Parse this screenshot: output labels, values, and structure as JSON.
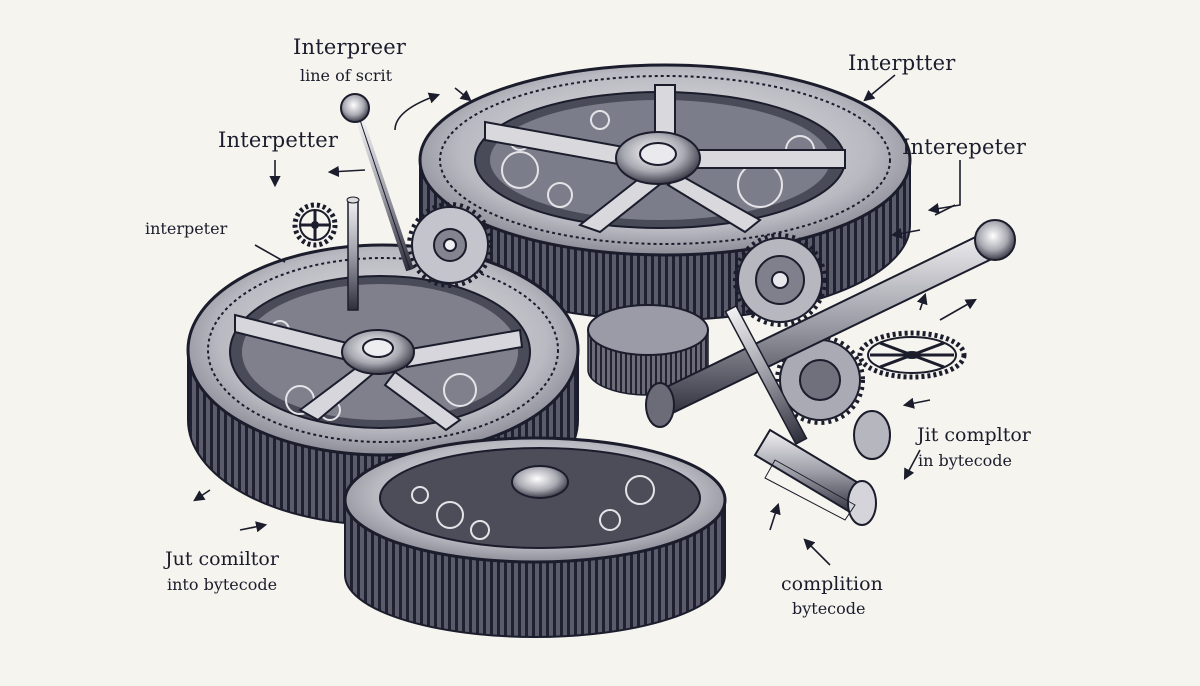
{
  "labels": {
    "top_left_title": "Interpreer",
    "top_left_sub": "line of scrit",
    "top_right": "Interptter",
    "left_mid": "Interpetter",
    "right_mid": "Interepeter",
    "left_small": "interpeter",
    "jit_right_title": "Jit compltor",
    "jit_right_sub": "in  bytecode",
    "jit_left_title": "Jut comiltor",
    "jit_left_sub": "into bytecode",
    "complition_title": "complition",
    "complition_sub": "bytecode"
  },
  "colors": {
    "ink": "#1b1d2c",
    "paper": "#f6f4ef",
    "metal_light": "#c9c9cf",
    "metal_dark": "#3a3b48"
  },
  "icons": [
    "gear-icon",
    "lever-icon",
    "shaft-icon",
    "arrow-icon"
  ]
}
